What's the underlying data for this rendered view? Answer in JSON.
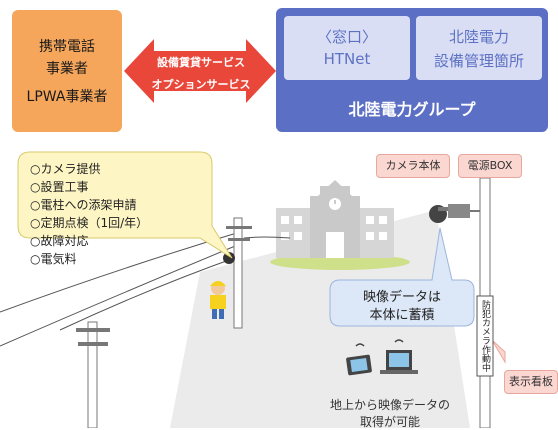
{
  "carrier_box": {
    "line1": "携帯電話",
    "line2": "事業者",
    "line3": "LPWA事業者"
  },
  "arrow": {
    "line1": "設備賃貸サービス",
    "line2": "オプションサービス"
  },
  "hokuriku_group": {
    "window_line1": "〈窓口〉",
    "window_line2": "HTNet",
    "office_line1": "北陸電力",
    "office_line2": "設備管理箇所",
    "group_label": "北陸電力グループ"
  },
  "services": [
    "○カメラ提供",
    "○設置工事",
    "○電柱への添架申請",
    "○定期点検（1回/年）",
    "○故障対応",
    "○電気料"
  ],
  "labels": {
    "camera_body": "カメラ本体",
    "power_box": "電源BOX",
    "storage_line1": "映像データは",
    "storage_line2": "本体に蓄積",
    "sign_text": "防犯カメラ作動中",
    "display_sign": "表示看板",
    "ground_line1": "地上から映像データの",
    "ground_line2": "取得が可能"
  },
  "colors": {
    "orange": "#f5a65b",
    "blue": "#5b6fc4",
    "red_arrow": "#e8473a",
    "callout_yellow": "#fdf6c4",
    "callout_blue": "#dce7f7"
  }
}
